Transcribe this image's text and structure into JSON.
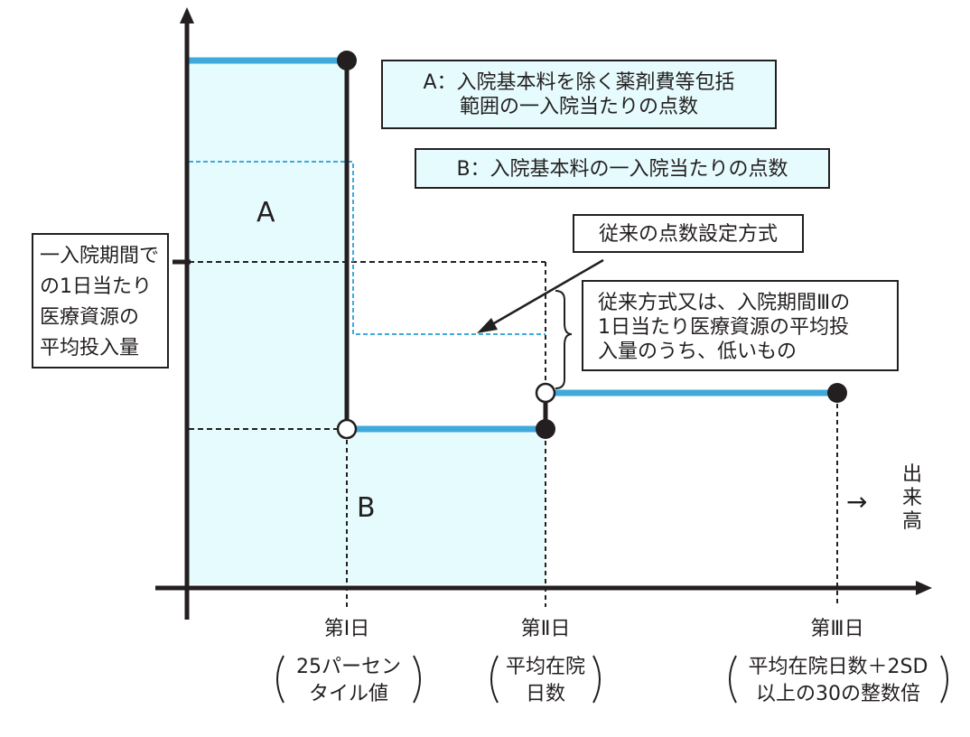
{
  "labels": {
    "region_a": "A",
    "region_b": "B",
    "legend_a": "A：入院基本料を除く薬剤費等包括\n範囲の一入院当たりの点数",
    "legend_b": "B：入院基本料の一入院当たりの点数",
    "conventional_callout": "従来の点数設定方式",
    "lower_of_callout": "従来方式又は、入院期間Ⅲの\n1日当たり医療資源の平均投\n入量のうち、低いもの",
    "y_axis_box": "一入院期間で\nの1日当たり\n医療資源の\n平均投入量",
    "x_axis_label": "出\n来\n高",
    "x_axis_arrow": "→"
  },
  "x_ticks": [
    {
      "name": "第Ⅰ日",
      "note": "25パーセン\nタイル値"
    },
    {
      "name": "第Ⅱ日",
      "note": "平均在院\n日数"
    },
    {
      "name": "第Ⅲ日",
      "note": "平均在院日数＋2SD\n以上の30の整数倍"
    }
  ],
  "colors": {
    "line_blue": "#3fa9dc",
    "fill_teal": "#e6fbfd",
    "ink": "#231f20",
    "dash_blue": "#3fa9dc"
  }
}
